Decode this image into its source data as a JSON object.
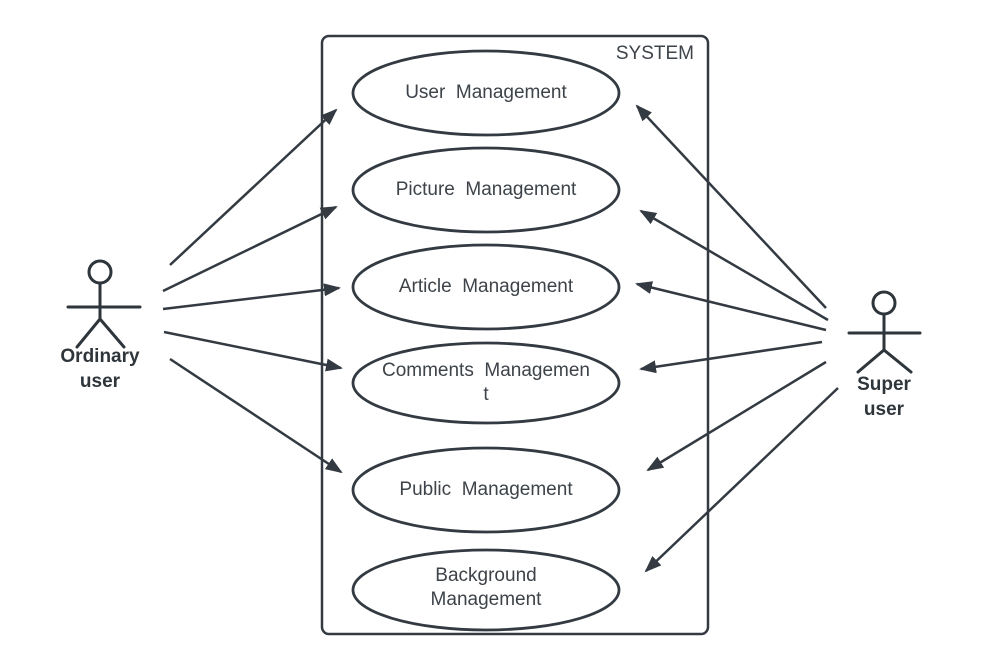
{
  "diagram": {
    "type": "uml-use-case",
    "background_color": "#ffffff",
    "stroke_color": "#333a41",
    "text_color": "#3d4349",
    "system": {
      "label": "SYSTEM"
    },
    "actors": [
      {
        "id": "ordinary-user",
        "label": "Ordinary\nuser",
        "side": "left"
      },
      {
        "id": "super-user",
        "label": "Super\nuser",
        "side": "right"
      }
    ],
    "use_cases": [
      {
        "id": "user-management",
        "label": "User  Management"
      },
      {
        "id": "picture-management",
        "label": "Picture  Management"
      },
      {
        "id": "article-management",
        "label": "Article  Management"
      },
      {
        "id": "comments-management",
        "label": "Comments  Managemen\nt"
      },
      {
        "id": "public-management",
        "label": "Public  Management"
      },
      {
        "id": "background-management",
        "label": "Background\nManagement"
      }
    ],
    "associations": [
      {
        "from": "ordinary-user",
        "to": "user-management"
      },
      {
        "from": "ordinary-user",
        "to": "picture-management"
      },
      {
        "from": "ordinary-user",
        "to": "article-management"
      },
      {
        "from": "ordinary-user",
        "to": "comments-management"
      },
      {
        "from": "ordinary-user",
        "to": "public-management"
      },
      {
        "from": "super-user",
        "to": "user-management"
      },
      {
        "from": "super-user",
        "to": "picture-management"
      },
      {
        "from": "super-user",
        "to": "article-management"
      },
      {
        "from": "super-user",
        "to": "comments-management"
      },
      {
        "from": "super-user",
        "to": "public-management"
      },
      {
        "from": "super-user",
        "to": "background-management"
      }
    ]
  }
}
